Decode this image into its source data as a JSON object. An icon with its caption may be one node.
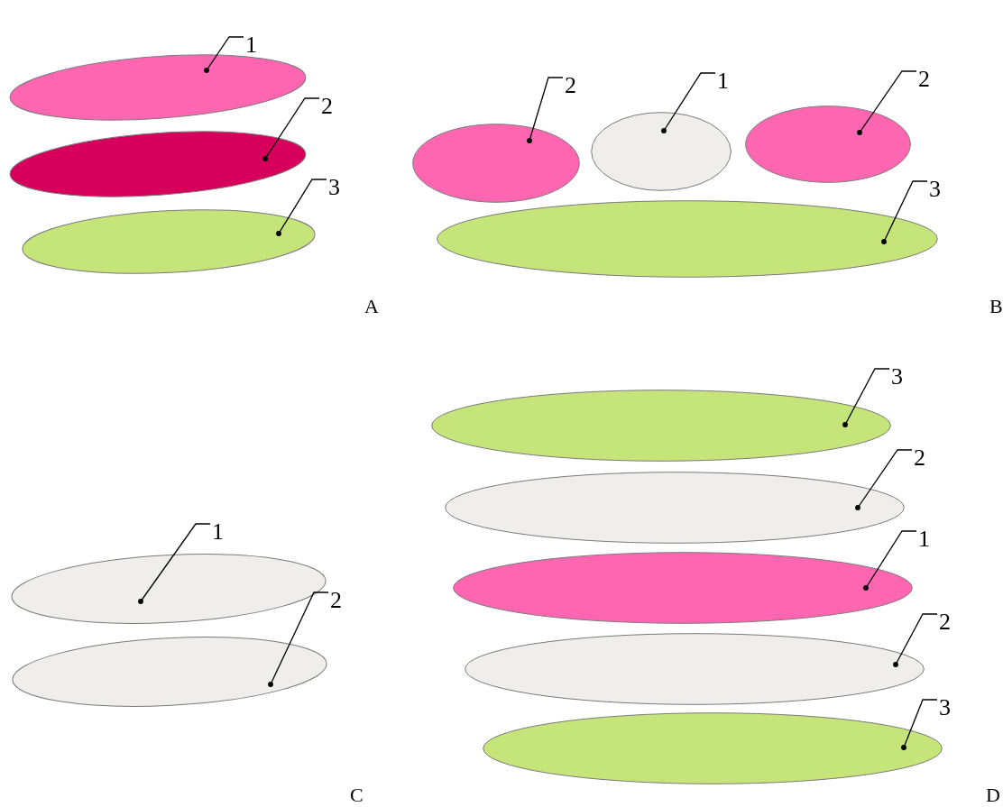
{
  "diagram": {
    "nodes": [
      {
        "text": [
          "1"
        ]
      },
      {
        "text": [],
        "shape": "ellipse"
      },
      {
        "text": [
          "2"
        ]
      },
      {
        "text": [],
        "shape": "ellipse"
      },
      {
        "text": [
          "3"
        ]
      },
      {
        "text": [],
        "shape": "ellipse"
      },
      {
        "text": [
          "2"
        ]
      },
      {
        "text": [],
        "shape": "ellipse"
      },
      {
        "text": [
          "1"
        ]
      },
      {
        "text": [],
        "shape": "ellipse"
      },
      {
        "text": [
          "2"
        ]
      },
      {
        "text": [],
        "shape": "ellipse"
      },
      {
        "text": [
          "3"
        ]
      },
      {
        "text": [],
        "shape": "ellipse"
      },
      {
        "text": [
          "1"
        ]
      },
      {
        "text": [],
        "shape": "ellipse"
      },
      {
        "text": [
          "2"
        ]
      },
      {
        "text": [],
        "shape": "ellipse"
      },
      {
        "text": [
          "3"
        ]
      },
      {
        "text": [],
        "shape": "ellipse"
      },
      {
        "text": [
          "2"
        ]
      },
      {
        "text": [],
        "shape": "ellipse"
      },
      {
        "text": [
          "1"
        ]
      },
      {
        "text": [],
        "shape": "ellipse"
      },
      {
        "text": [
          "2"
        ]
      },
      {
        "text": [],
        "shape": "ellipse"
      },
      {
        "text": [
          "3"
        ]
      },
      {
        "text": [],
        "shape": "ellipse"
      }
    ],
    "edges": [
      {
        "from": 0,
        "to": 1,
        "arrow": "other"
      },
      {
        "from": 2,
        "to": 3,
        "arrow": "other"
      },
      {
        "from": 4,
        "to": 5,
        "arrow": "other"
      },
      {
        "from": 6,
        "to": 7,
        "arrow": "other"
      },
      {
        "from": 8,
        "to": 9,
        "arrow": "other"
      },
      {
        "from": 10,
        "to": 11,
        "arrow": "other"
      },
      {
        "from": 12,
        "to": 13,
        "arrow": "other"
      },
      {
        "from": 14,
        "to": 15,
        "arrow": "other"
      },
      {
        "from": 16,
        "to": 17,
        "arrow": "other"
      },
      {
        "from": 18,
        "to": 19,
        "arrow": "other"
      },
      {
        "from": 20,
        "to": 21,
        "arrow": "other"
      },
      {
        "from": 22,
        "to": 23,
        "arrow": "other"
      },
      {
        "from": 24,
        "to": 25,
        "arrow": "other"
      },
      {
        "from": 26,
        "to": 27,
        "arrow": "other"
      }
    ],
    "labels": [
      "A",
      "B",
      "C",
      "D"
    ]
  }
}
